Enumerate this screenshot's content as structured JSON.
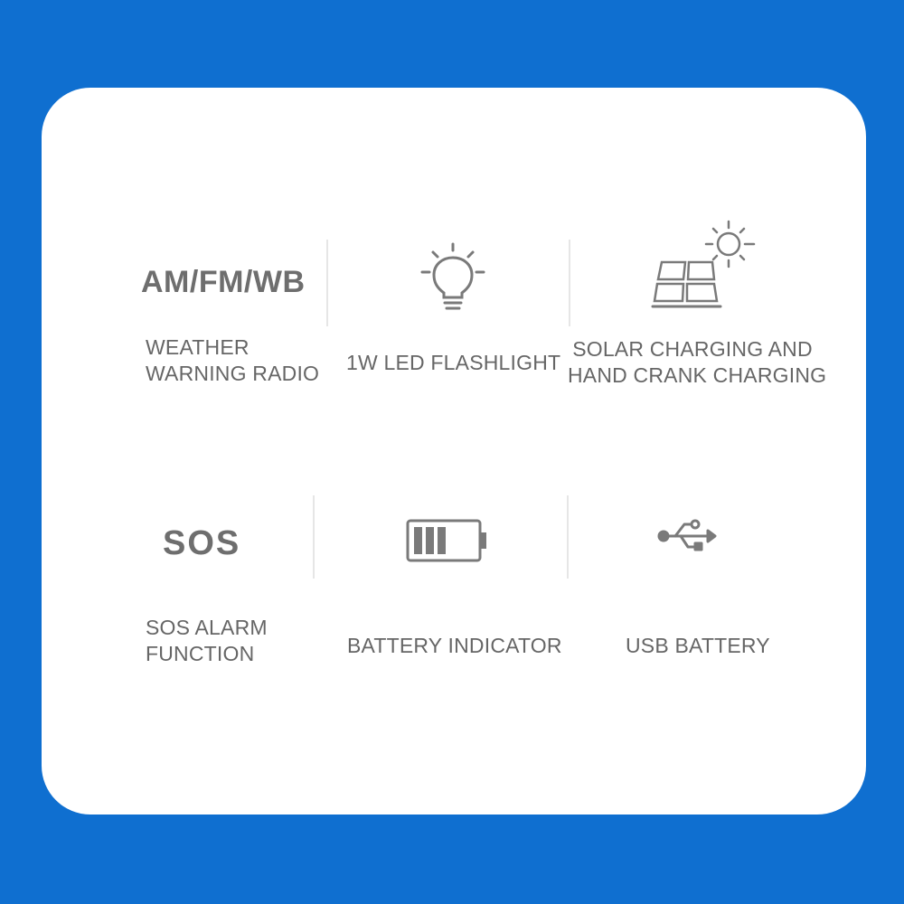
{
  "features": [
    {
      "badge": "AM/FM/WB",
      "caption": [
        "WEATHER",
        "WARNING RADIO"
      ]
    },
    {
      "icon": "lightbulb-icon",
      "caption": [
        "1W LED FLASHLIGHT"
      ]
    },
    {
      "icon": "solar-panel-icon",
      "caption": [
        "SOLAR CHARGING AND",
        "HAND CRANK CHARGING"
      ]
    },
    {
      "badge": "SOS",
      "caption": [
        "SOS ALARM",
        "FUNCTION"
      ]
    },
    {
      "icon": "battery-icon",
      "caption": [
        "BATTERY INDICATOR"
      ]
    },
    {
      "icon": "usb-icon",
      "caption": [
        "USB BATTERY"
      ]
    }
  ],
  "colors": {
    "background": "#0f6fd0",
    "card": "#ffffff",
    "text": "#666666",
    "icon": "#7a7a7a"
  }
}
